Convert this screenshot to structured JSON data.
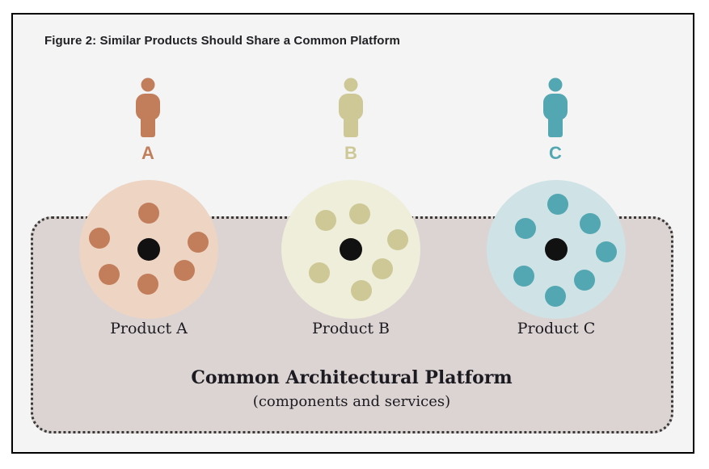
{
  "figure_title": "Figure 2: Similar Products Should Share a Common Platform",
  "users": [
    {
      "letter": "A"
    },
    {
      "letter": "B"
    },
    {
      "letter": "C"
    }
  ],
  "products": [
    {
      "label": "Product A",
      "component_count": 6
    },
    {
      "label": "Product B",
      "component_count": 6
    },
    {
      "label": "Product C",
      "component_count": 7
    }
  ],
  "platform": {
    "title": "Common Architectural Platform",
    "subtitle": "(components and services)"
  },
  "colors": {
    "product_a": "#c27e5b",
    "product_a_light": "#edd4c3",
    "product_b": "#cdc896",
    "product_b_light": "#efeeda",
    "product_c": "#53a7b2",
    "product_c_light": "#cfe2e6",
    "platform_fill": "#dcd4d2",
    "platform_border": "#3a3a3a",
    "center_dot": "#111111",
    "frame_bg": "#f4f4f4",
    "frame_border": "#000000",
    "title_text": "#202124",
    "label_text": "#1c1b22"
  }
}
